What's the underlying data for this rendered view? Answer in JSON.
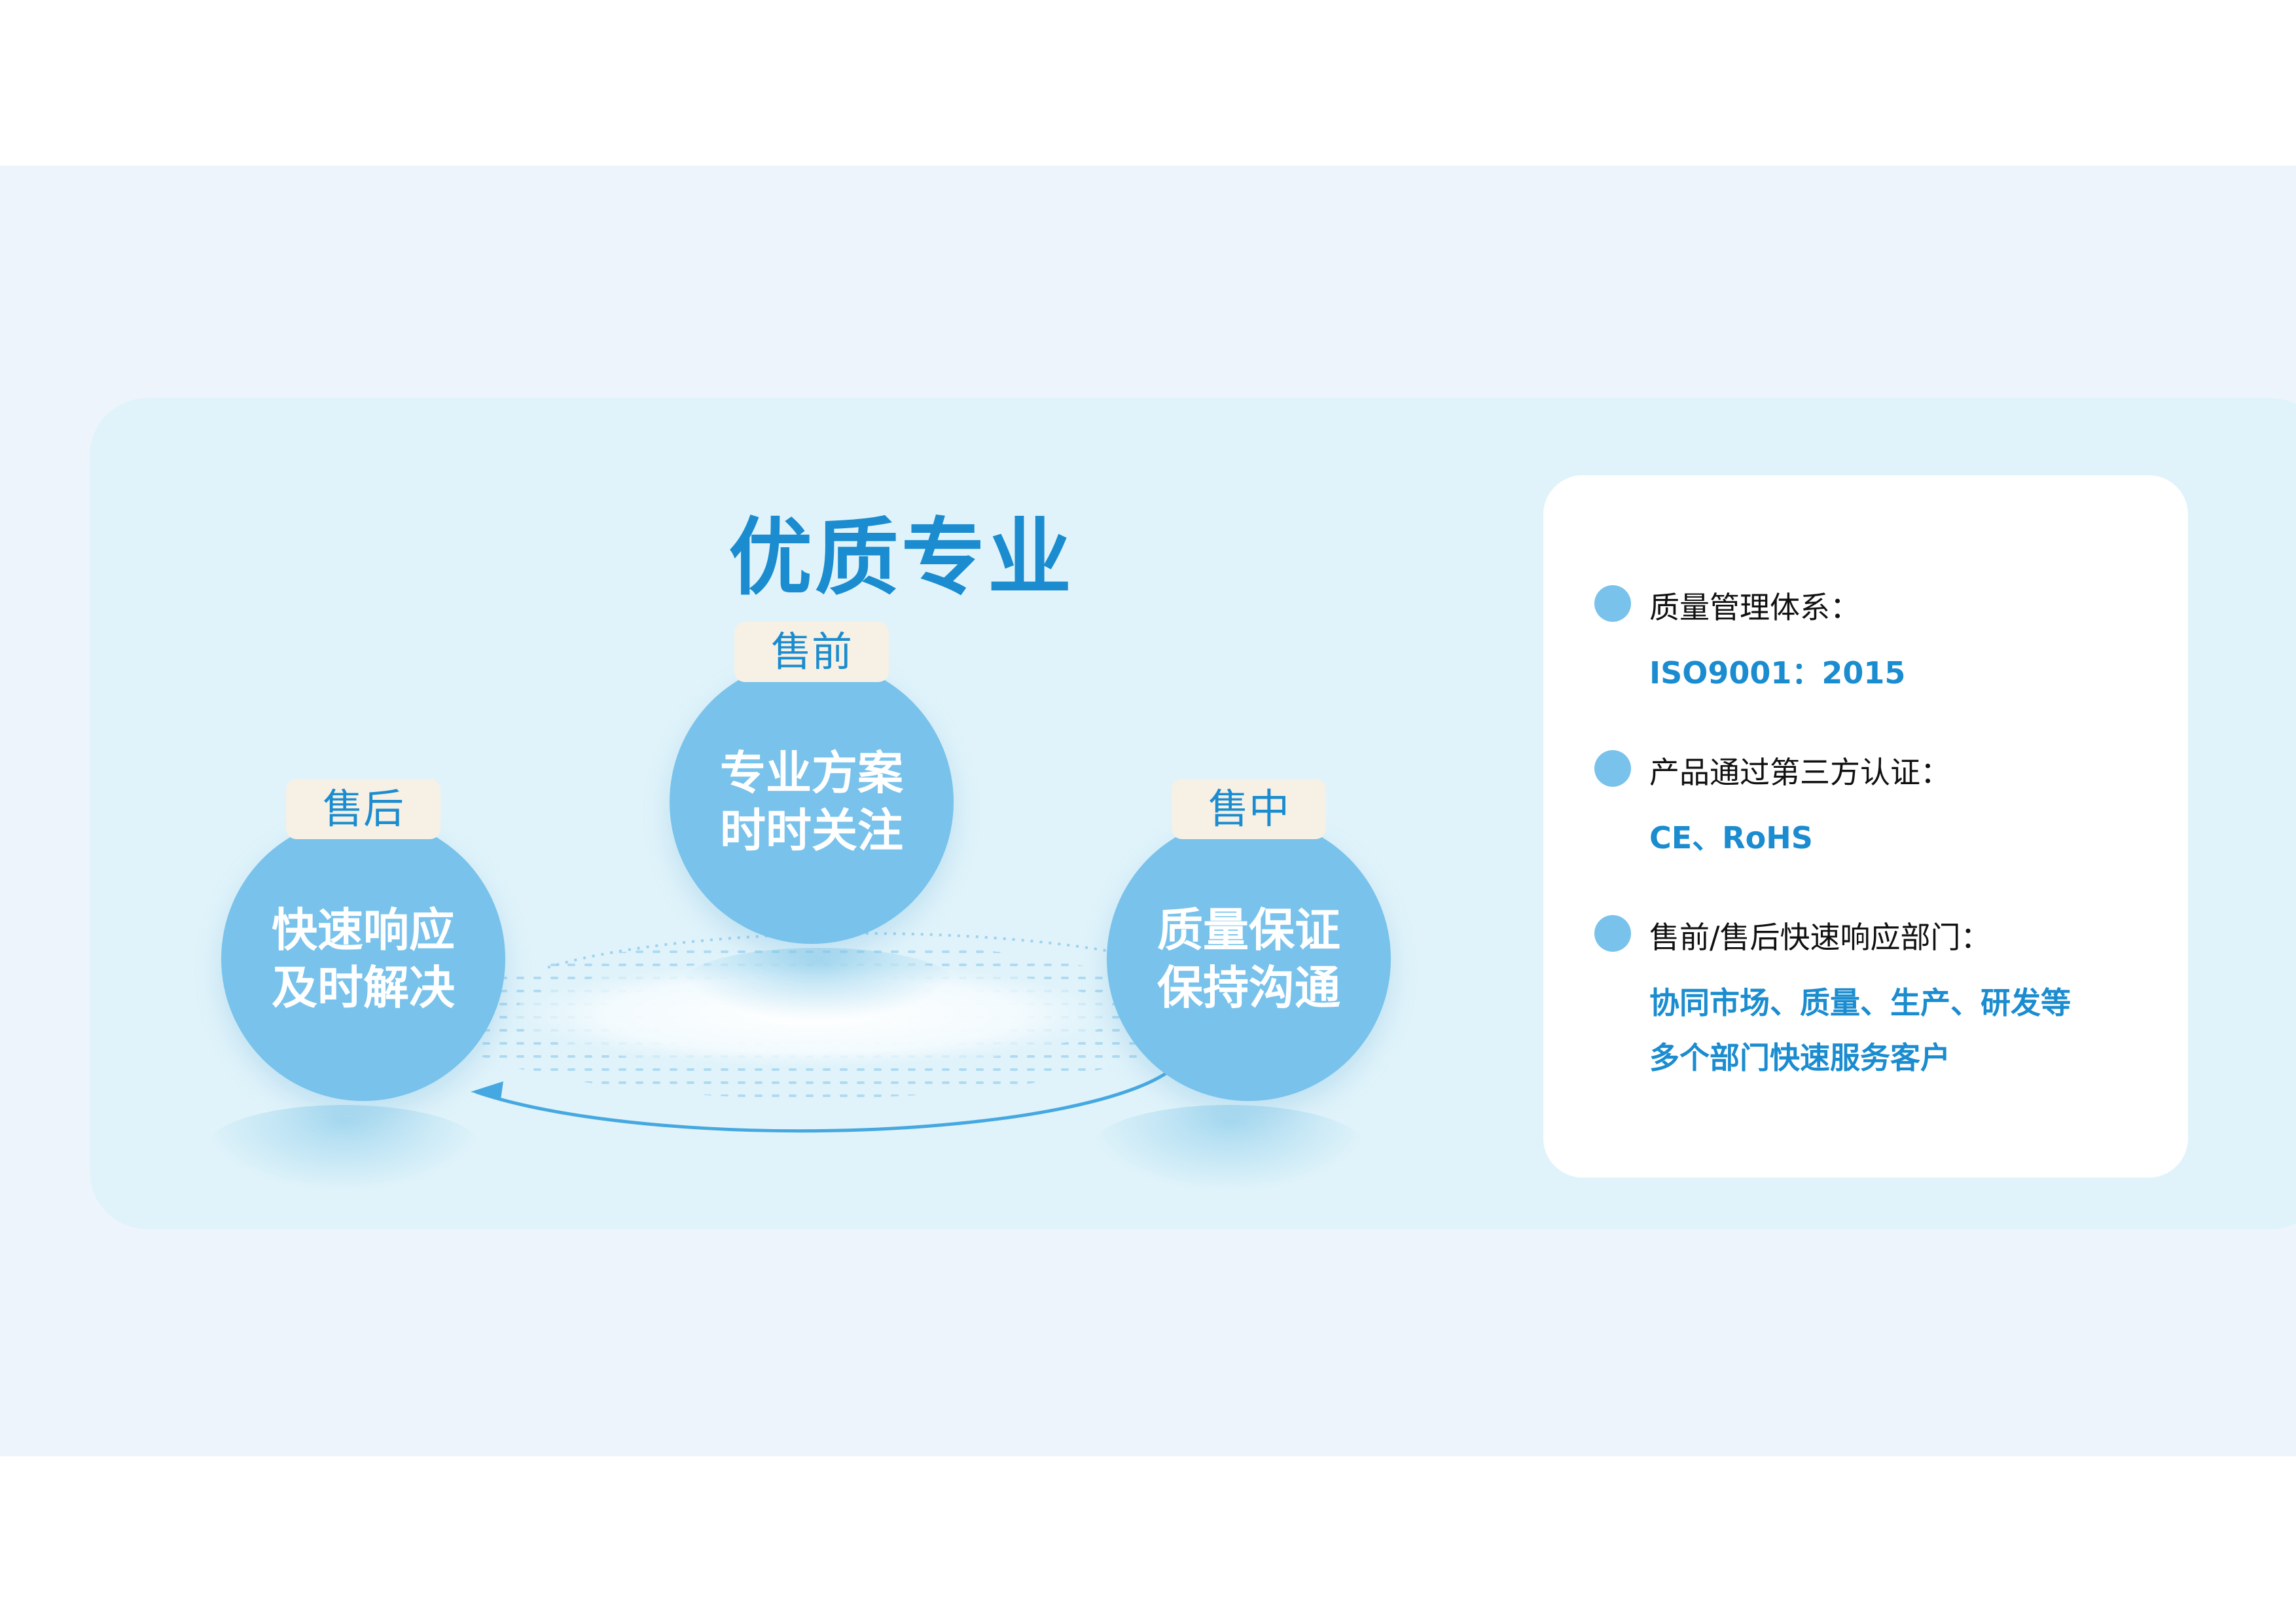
{
  "headline": "优质专业",
  "nodes": {
    "pre": {
      "tag": "售前",
      "line1": "专业方案",
      "line2": "时时关注"
    },
    "after": {
      "tag": "售后",
      "line1": "快速响应",
      "line2": "及时解决"
    },
    "mid": {
      "tag": "售中",
      "line1": "质量保证",
      "line2": "保持沟通"
    }
  },
  "info": [
    {
      "label": "质量管理体系：",
      "value_lines": [
        "ISO9001：2015"
      ]
    },
    {
      "label": "产品通过第三方认证：",
      "value_lines": [
        "CE、RoHS"
      ]
    },
    {
      "label": "售前/售后快速响应部门：",
      "value_lines": [
        "协同市场、质量、生产、研发等",
        "多个部门快速服务客户"
      ]
    }
  ],
  "colors": {
    "accent": "#1a8ccf",
    "circle": "#78c2eb",
    "tag_bg": "#f7f0e5",
    "band": "#eef4fb",
    "card": "#e0f3fa"
  }
}
